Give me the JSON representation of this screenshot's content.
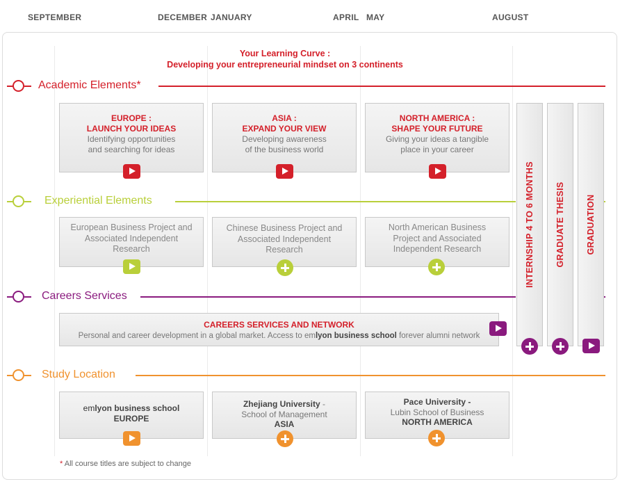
{
  "timeline": {
    "months": [
      "SEPTEMBER",
      "DECEMBER",
      "JANUARY",
      "APRIL",
      "MAY",
      "AUGUST"
    ]
  },
  "title": {
    "line1": "Your Learning Curve :",
    "line2": "Developing your entrepreneurial mindset on 3 continents"
  },
  "sections": {
    "academic": {
      "label": "Academic Elements*",
      "color": "#d4202a"
    },
    "experiential": {
      "label": "Experiential Elements",
      "color": "#b9cf3a"
    },
    "careers": {
      "label": "Careers Services",
      "color": "#8a1a7e"
    },
    "study": {
      "label": "Study Location",
      "color": "#f0922e"
    }
  },
  "academic_cards": [
    {
      "head1": "EUROPE :",
      "head2": "LAUNCH YOUR IDEAS",
      "sub1": "Identifying opportunities",
      "sub2": "and searching for ideas",
      "action": "play-icon"
    },
    {
      "head1": "ASIA :",
      "head2": "EXPAND YOUR VIEW",
      "sub1": "Developing awareness",
      "sub2": "of the business world",
      "action": "play-icon"
    },
    {
      "head1": "NORTH AMERICA :",
      "head2": "SHAPE YOUR FUTURE",
      "sub1": "Giving your ideas a tangible",
      "sub2": "place in your career",
      "action": "play-icon"
    }
  ],
  "experiential_cards": [
    {
      "line1": "European Business Project and",
      "line2": "Associated Independent",
      "line3": "Research",
      "action": "play-icon"
    },
    {
      "line1": "Chinese Business Project and",
      "line2": "Associated Independent",
      "line3": "Research",
      "action": "plus-icon"
    },
    {
      "line1": "North American Business",
      "line2": "Project and Associated",
      "line3": "Independent Research",
      "action": "plus-icon"
    }
  ],
  "careers_card": {
    "head": "CAREERS SERVICES AND NETWORK",
    "text_before": "Personal and career development in a global market. Access to em",
    "text_bold": "lyon business school",
    "text_after": " forever alumni network",
    "action": "play-icon"
  },
  "study_cards": [
    {
      "prefix": "em",
      "name": "lyon business school",
      "suffix": "",
      "line2": "",
      "region": "EUROPE",
      "action": "play-icon"
    },
    {
      "prefix": "",
      "name": "Zhejiang University",
      "suffix": " -",
      "line2": "School of Management",
      "region": "ASIA",
      "action": "plus-icon"
    },
    {
      "prefix": "",
      "name": "Pace University -",
      "suffix": "",
      "line2": "Lubin School of Business",
      "region": "NORTH AMERICA",
      "action": "plus-icon"
    }
  ],
  "vertical_cards": [
    {
      "label": "INTERNSHIP 4 TO 6 MONTHS",
      "action": "plus-icon"
    },
    {
      "label": "GRADUATE THESIS",
      "action": "plus-icon"
    },
    {
      "label": "GRADUATION",
      "action": "play-icon"
    }
  ],
  "footnote": {
    "star": "*",
    "text": " All course titles are subject to change"
  },
  "colors": {
    "red": "#d4202a",
    "green": "#b9cf3a",
    "purple": "#8a1a7e",
    "orange": "#f0922e"
  }
}
